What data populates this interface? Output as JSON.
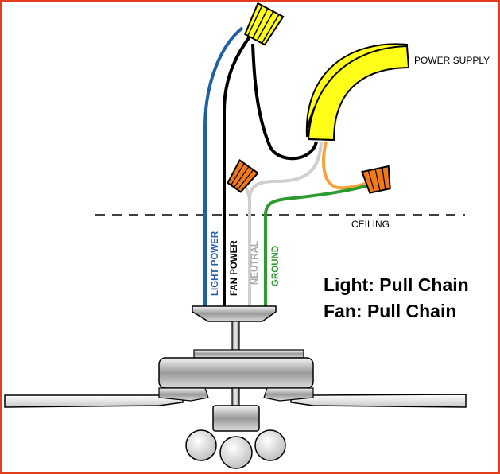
{
  "labels": {
    "power_supply": "POWER SUPPLY",
    "ceiling": "CEILING",
    "light_power": "LIGHT POWER",
    "fan_power": "FAN POWER",
    "neutral": "NEUTRAL",
    "ground": "GROUND",
    "light_control": "Light: Pull Chain",
    "fan_control": "Fan: Pull Chain"
  },
  "colors": {
    "frame": "#e23d1c",
    "light_wire": "#1f5fa8",
    "fan_wire": "#000000",
    "neutral_wire": "#cccccc",
    "ground_wire": "#2f9a2f",
    "supply_cable": "#ffff1a",
    "orange_wire": "#f7a23c",
    "wire_nut_yellow": "#ffff1a",
    "wire_nut_orange": "#f07a1a"
  }
}
